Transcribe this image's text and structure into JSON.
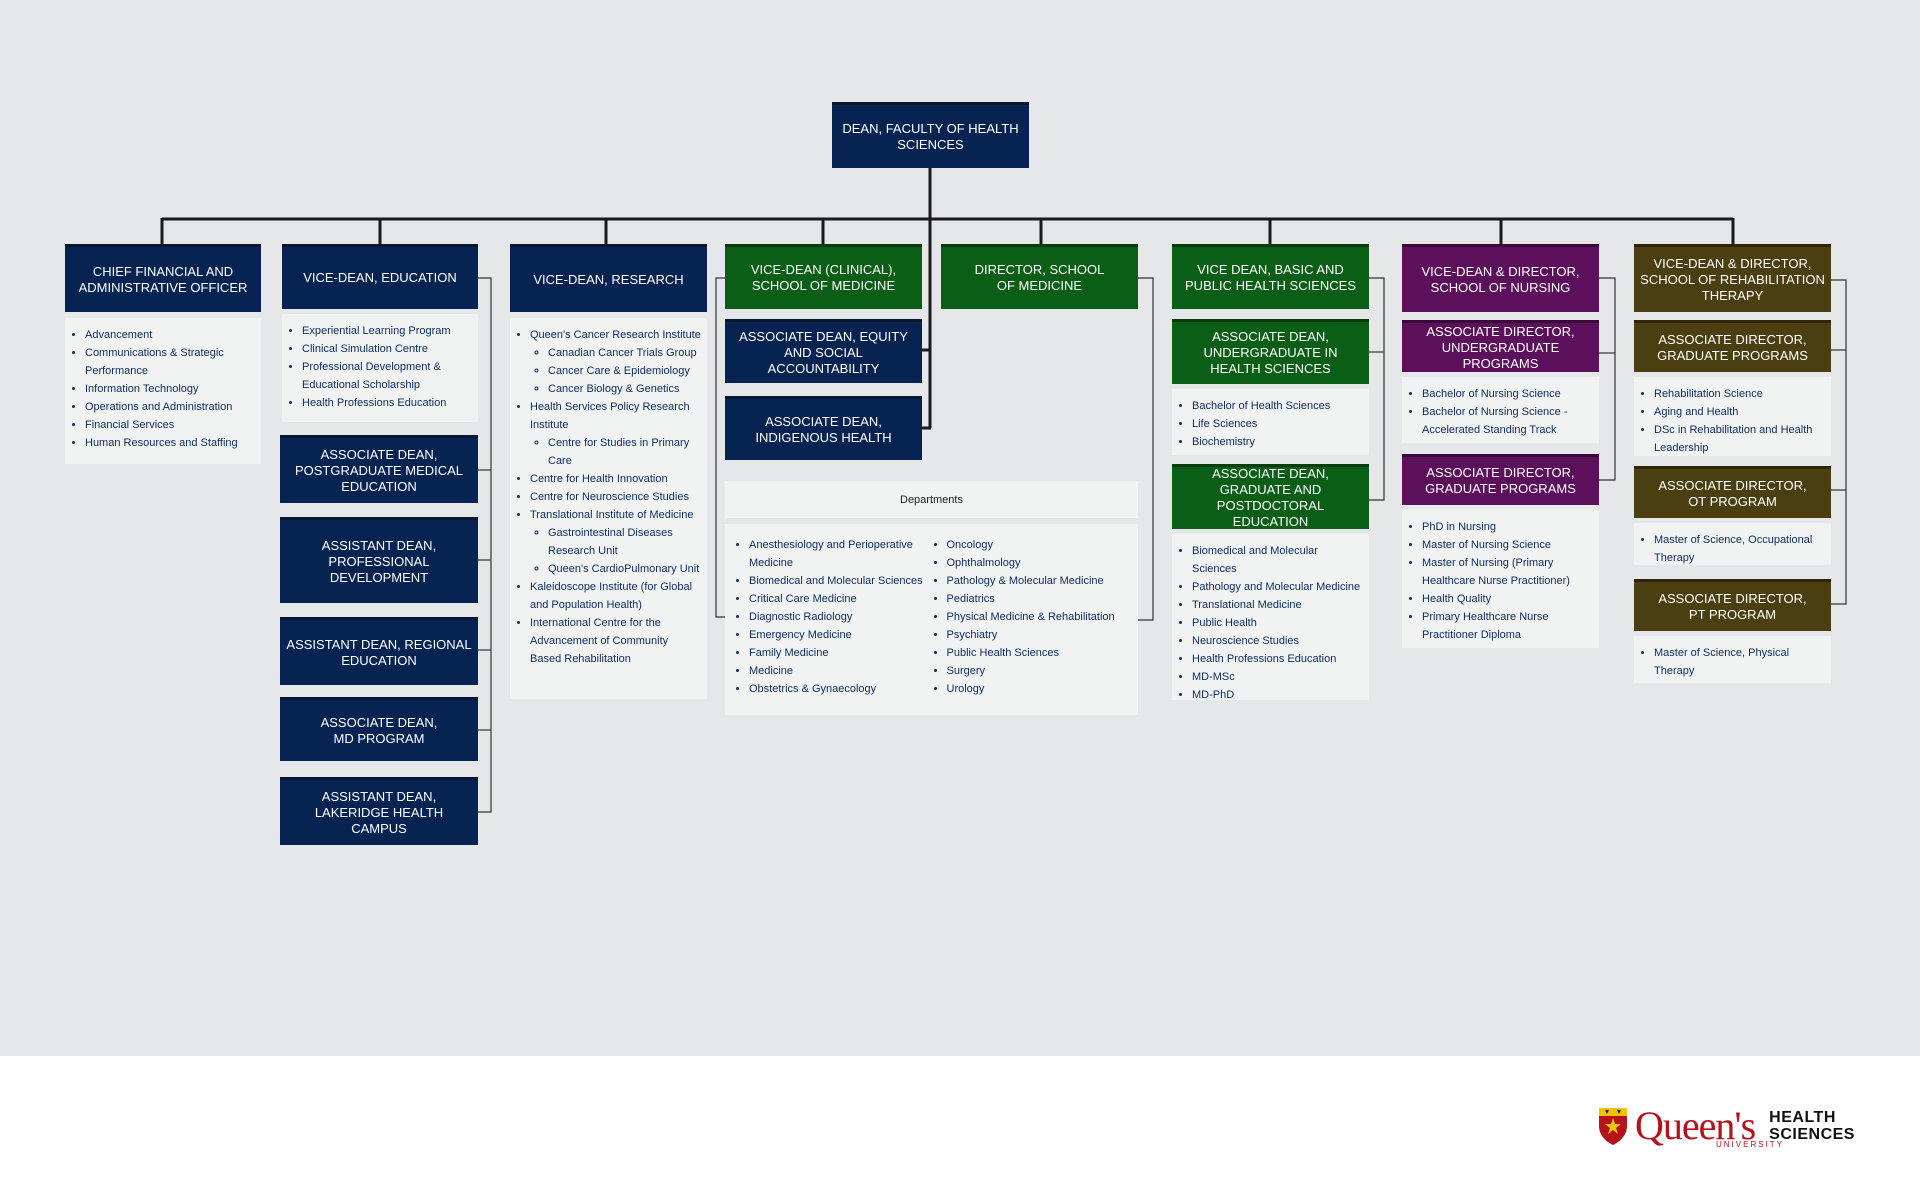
{
  "colors": {
    "navy": "#062352",
    "green": "#0b5e16",
    "purple": "#5c0f5b",
    "olive": "#4b3f11",
    "background": "#e6e7e9",
    "panel": "#f1f2f2"
  },
  "dean": "DEAN, FACULTY OF HEALTH SCIENCES",
  "cfo": {
    "title": "CHIEF FINANCIAL AND ADMINISTRATIVE OFFICER",
    "items": [
      "Advancement",
      "Communications & Strategic Performance",
      "Information Technology",
      "Operations and Administration",
      "Financial Services",
      "Human Resources and Staffing"
    ]
  },
  "education": {
    "title": "VICE-DEAN, EDUCATION",
    "items": [
      "Experiential Learning Program",
      "Clinical Simulation Centre",
      "Professional Development & Educational Scholarship",
      "Health Professions Education"
    ],
    "subs": [
      "ASSOCIATE DEAN, POSTGRADUATE MEDICAL EDUCATION",
      "ASSISTANT DEAN, PROFESSIONAL DEVELOPMENT",
      "ASSISTANT DEAN, REGIONAL EDUCATION",
      "ASSOCIATE DEAN, MD PROGRAM",
      "ASSISTANT DEAN, LAKERIDGE HEALTH CAMPUS"
    ]
  },
  "research": {
    "title": "VICE-DEAN, RESEARCH",
    "items": [
      {
        "label": "Queen's Cancer Research Institute",
        "children": [
          "Canadian Cancer Trials Group",
          "Cancer Care & Epidemiology",
          "Cancer Biology & Genetics"
        ]
      },
      {
        "label": "Health Services Policy Research Institute",
        "children": [
          "Centre for Studies in Primary Care"
        ]
      },
      {
        "label": "Centre for Health Innovation",
        "children": []
      },
      {
        "label": "Centre for Neuroscience Studies",
        "children": []
      },
      {
        "label": "Translational Institute of Medicine",
        "children": [
          "Gastrointestinal Diseases Research Unit",
          "Queen's CardioPulmonary Unit"
        ]
      },
      {
        "label": "Kaleidoscope Institute (for Global and Population Health)",
        "children": []
      },
      {
        "label": "International Centre for the Advancement of Community Based Rehabilitation",
        "children": []
      }
    ]
  },
  "clinical": {
    "title": "VICE-DEAN (CLINICAL), SCHOOL OF MEDICINE",
    "equity": "ASSOCIATE DEAN, EQUITY AND SOCIAL ACCOUNTABILITY",
    "indigenous": "ASSOCIATE DEAN, INDIGENOUS HEALTH"
  },
  "director_medicine": "DIRECTOR, SCHOOL OF MEDICINE",
  "departments": {
    "heading": "Departments",
    "col1": [
      "Anesthesiology and Perioperative Medicine",
      "Biomedical and Molecular Sciences",
      "Critical Care Medicine",
      "Diagnostic Radiology",
      "Emergency Medicine",
      "Family Medicine",
      "Medicine",
      "Obstetrics & Gynaecology"
    ],
    "col2": [
      "Oncology",
      "Ophthalmology",
      "Pathology & Molecular Medicine",
      "Pediatrics",
      "Physical Medicine & Rehabilitation",
      "Psychiatry",
      "Public Health Sciences",
      "Surgery",
      "Urology"
    ]
  },
  "basic": {
    "title": "VICE DEAN, BASIC AND PUBLIC HEALTH SCIENCES",
    "undergrad": "ASSOCIATE DEAN, UNDERGRADUATE IN HEALTH SCIENCES",
    "undergrad_items": [
      "Bachelor of Health Sciences",
      "Life Sciences",
      "Biochemistry"
    ],
    "grad": "ASSOCIATE DEAN, GRADUATE AND POSTDOCTORAL EDUCATION",
    "grad_items": [
      "Biomedical and Molecular Sciences",
      "Pathology and Molecular Medicine",
      "Translational Medicine",
      "Public Health",
      "Neuroscience Studies",
      "Health Professions Education",
      "MD-MSc",
      "MD-PhD"
    ]
  },
  "nursing": {
    "title": "VICE-DEAN & DIRECTOR, SCHOOL OF NURSING",
    "undergrad": "ASSOCIATE DIRECTOR, UNDERGRADUATE PROGRAMS",
    "undergrad_items": [
      "Bachelor of Nursing Science",
      "Bachelor of Nursing Science - Accelerated Standing Track"
    ],
    "grad": "ASSOCIATE DIRECTOR, GRADUATE PROGRAMS",
    "grad_items": [
      "PhD in Nursing",
      "Master of Nursing Science",
      "Master of Nursing (Primary Healthcare Nurse Practitioner)",
      "Health Quality",
      "Primary Healthcare Nurse Practitioner Diploma"
    ]
  },
  "rehab": {
    "title": "VICE-DEAN & DIRECTOR, SCHOOL OF REHABILITATION THERAPY",
    "grad": "ASSOCIATE DIRECTOR, GRADUATE PROGRAMS",
    "grad_items": [
      "Rehabilitation Science",
      "Aging and Health",
      "DSc in Rehabilitation and Health Leadership"
    ],
    "ot": "ASSOCIATE DIRECTOR, OT PROGRAM",
    "ot_items": [
      "Master of Science, Occupational Therapy"
    ],
    "pt": "ASSOCIATE DIRECTOR, PT PROGRAM",
    "pt_items": [
      "Master of Science, Physical Therapy"
    ]
  },
  "logo": {
    "name": "Queen's",
    "sub": "UNIVERSITY",
    "line1": "HEALTH",
    "line2": "SCIENCES"
  }
}
